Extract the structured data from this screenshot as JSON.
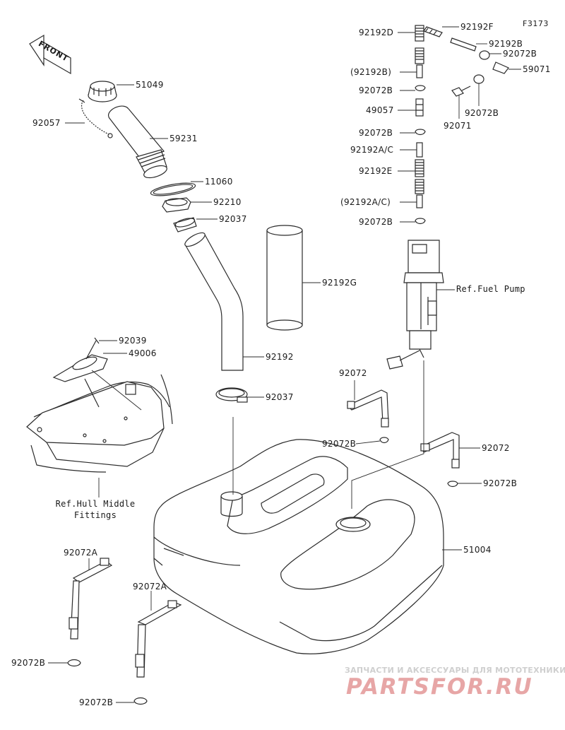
{
  "figure_code": "F3173",
  "front_label": "FRONT",
  "labels": {
    "p92192D": "92192D",
    "p92192F": "92192F",
    "p92192B_top": "92192B",
    "p92072B_right1": "92072B",
    "p59071": "59071",
    "p92192B_paren": "(92192B)",
    "p92072B_a": "92072B",
    "p49057": "49057",
    "p92072B_right2": "92072B",
    "p92071": "92071",
    "p92072B_b": "92072B",
    "p92192AC": "92192A/C",
    "p92192E": "92192E",
    "p92192AC_paren": "(92192A/C)",
    "p92072B_c": "92072B",
    "p51049": "51049",
    "p92057": "92057",
    "p59231": "59231",
    "p11060": "11060",
    "p92210": "92210",
    "p92037_top": "92037",
    "p92192G": "92192G",
    "p92039": "92039",
    "p49006": "49006",
    "p92192": "92192",
    "p92037_bottom": "92037",
    "p92072_left": "92072",
    "p92072B_mid": "92072B",
    "p92072_right": "92072",
    "p92072B_right3": "92072B",
    "p51004": "51004",
    "p92072A_1": "92072A",
    "p92072A_2": "92072A",
    "p92072B_bl1": "92072B",
    "p92072B_bl2": "92072B"
  },
  "refs": {
    "fuel_pump": "Ref.Fuel Pump",
    "hull_line1": "Ref.Hull Middle",
    "hull_line2": "Fittings"
  },
  "watermark": {
    "line1": "ЗАПЧАСТИ И АКСЕССУАРЫ ДЛЯ МОТОТЕХНИКИ",
    "line2": "PARTSFOR.RU"
  }
}
